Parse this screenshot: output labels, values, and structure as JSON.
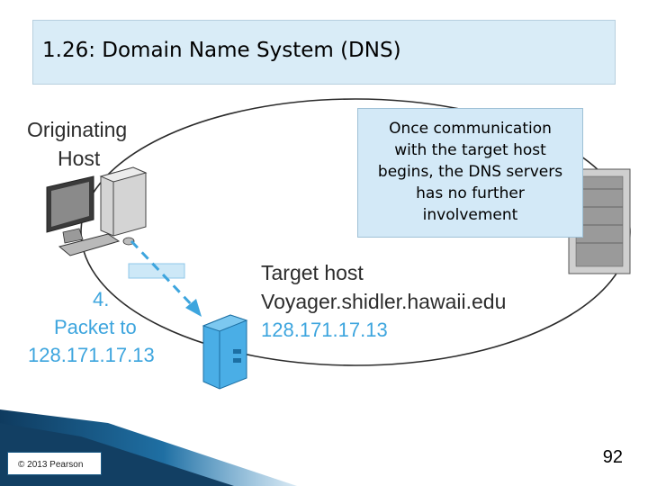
{
  "slide": {
    "title": "1.26: Domain Name System (DNS)",
    "callout": [
      "Once communication",
      "with the target host",
      "begins, the DNS servers",
      "has no further",
      "involvement"
    ],
    "page_number": "92",
    "copyright": "© 2013 Pearson"
  },
  "diagram": {
    "originating_host": [
      "Originating",
      "Host"
    ],
    "step_label": [
      "4.",
      "Packet to",
      "128.171.17.13"
    ],
    "target": [
      "Target host",
      "Voyager.shidler.hawaii.edu",
      "128.171.17.13"
    ]
  },
  "colors": {
    "accent_blue": "#3da5de",
    "title_bg": "#d9ecf7",
    "callout_bg": "#d3e9f7",
    "footer_navy": "#123f63"
  }
}
